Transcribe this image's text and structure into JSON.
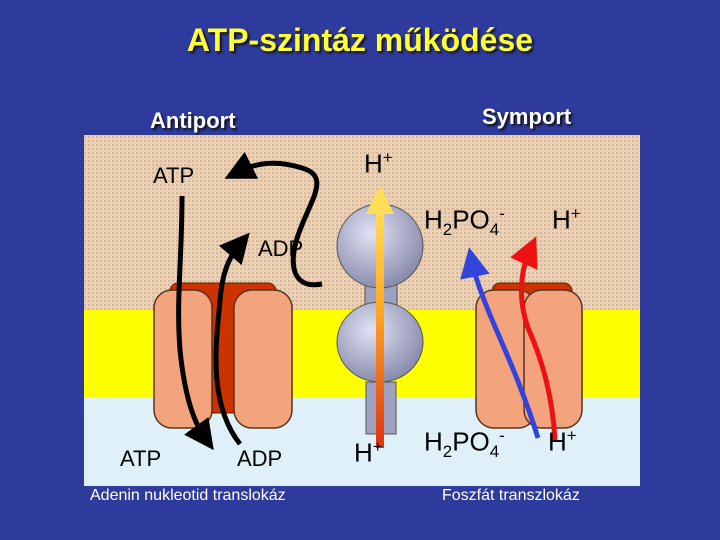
{
  "title": "ATP-szintáz működése",
  "headers": {
    "antiport": "Antiport",
    "symport": "Symport"
  },
  "labels": {
    "atp_top": "ATP",
    "adp_mid": "ADP",
    "atp_bottom": "ATP",
    "adp_bottom": "ADP",
    "h_top": "H",
    "h_bottom": "H",
    "h_sym_top": "H",
    "h_sym_bottom": "H",
    "phosphate_top": "H",
    "phosphate_bottom": "H",
    "sub_2": "2",
    "po": "PO",
    "sub_4": "4",
    "sup_minus": "-",
    "sup_plus": "+"
  },
  "captions": {
    "left": "Adenin nukleotid translokáz",
    "right": "Foszfát transzlokáz"
  },
  "colors": {
    "background": "#2e3a9c",
    "title": "#ffff33",
    "upper_region": "#e8c8a8",
    "membrane": "#ffff00",
    "lower_region": "#dff0f8",
    "transporter_outer": "#f4a47c",
    "transporter_inner": "#cc3300",
    "synthase": "#a8aac8",
    "arrow_black": "#000000",
    "arrow_blue": "#3344dd",
    "arrow_red": "#ee1111",
    "arrow_yellow": "#ffcc33"
  }
}
